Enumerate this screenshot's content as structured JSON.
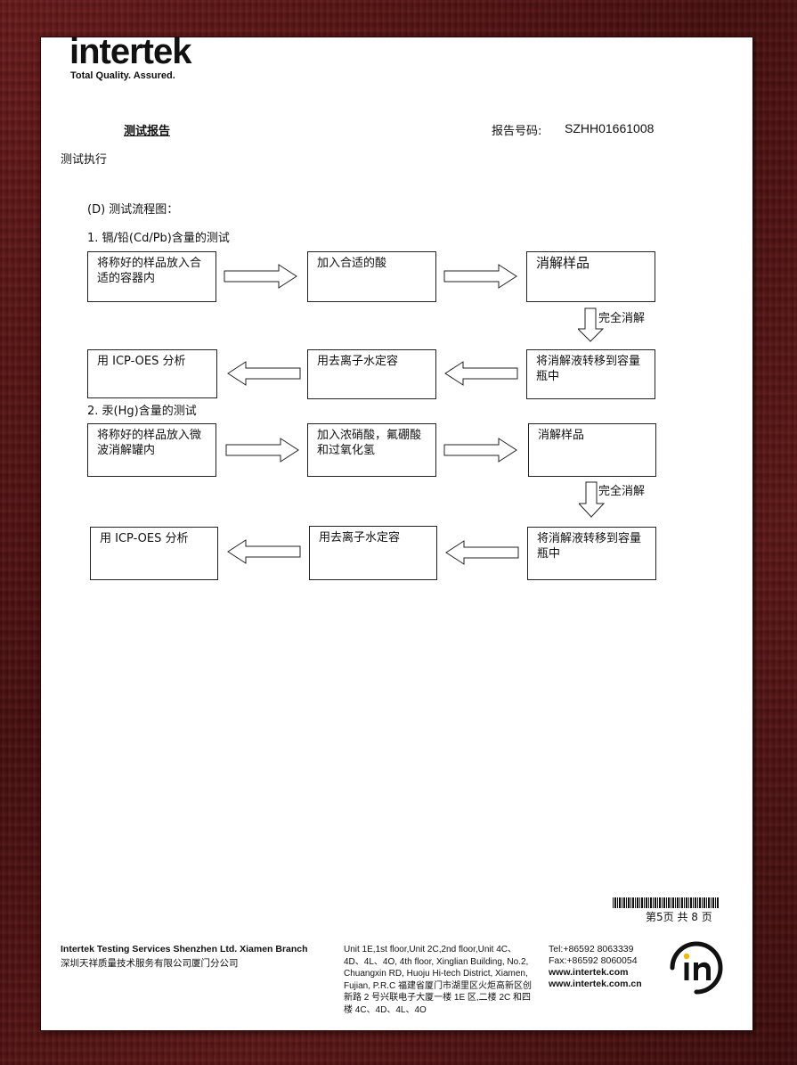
{
  "header": {
    "logo_text": "intertek",
    "tagline": "Total Quality. Assured.",
    "report_title": "测试报告",
    "report_no_label": "报告号码:",
    "report_no": "SZHH01661008",
    "section": "测试执行"
  },
  "body": {
    "heading": "(D) 测试流程图：",
    "flow1": {
      "title": "1. 镉/铅(Cd/Pb)含量的测试",
      "step1": "将称好的样品放入合适的容器内",
      "step2": "加入合适的酸",
      "step3": "消解样品",
      "arrow_label": "完全消解",
      "step4": "将消解液转移到容量瓶中",
      "step5": "用去离子水定容",
      "step6": "用 ICP-OES 分析"
    },
    "flow2": {
      "title": "2. 汞(Hg)含量的测试",
      "step1": "将称好的样品放入微波消解罐内",
      "step2": "加入浓硝酸，氟硼酸和过氧化氢",
      "step3": "消解样品",
      "arrow_label": "完全消解",
      "step4": "将消解液转移到容量瓶中",
      "step5": "用去离子水定容",
      "step6": "用 ICP-OES 分析"
    }
  },
  "footer": {
    "page_info": "第5页 共 8 页",
    "company_en": "Intertek Testing Services Shenzhen Ltd. Xiamen Branch",
    "company_cn": "深圳天祥质量技术服务有限公司厦门分公司",
    "address": "Unit 1E,1st floor,Unit 2C,2nd floor,Unit 4C、4D、4L、4O, 4th floor, Xinglian Building, No.2, Chuangxin RD, Huoju Hi-tech District, Xiamen, Fujian, P.R.C 福建省厦门市湖里区火炬高新区创新路 2 号兴联电子大厦一楼 1E 区,二楼 2C 和四楼 4C、4D、4L、4O",
    "tel": "Tel:+86592 8063339",
    "fax": "Fax:+86592 8060054",
    "web1": "www.intertek.com",
    "web2": "www.intertek.com.cn"
  }
}
